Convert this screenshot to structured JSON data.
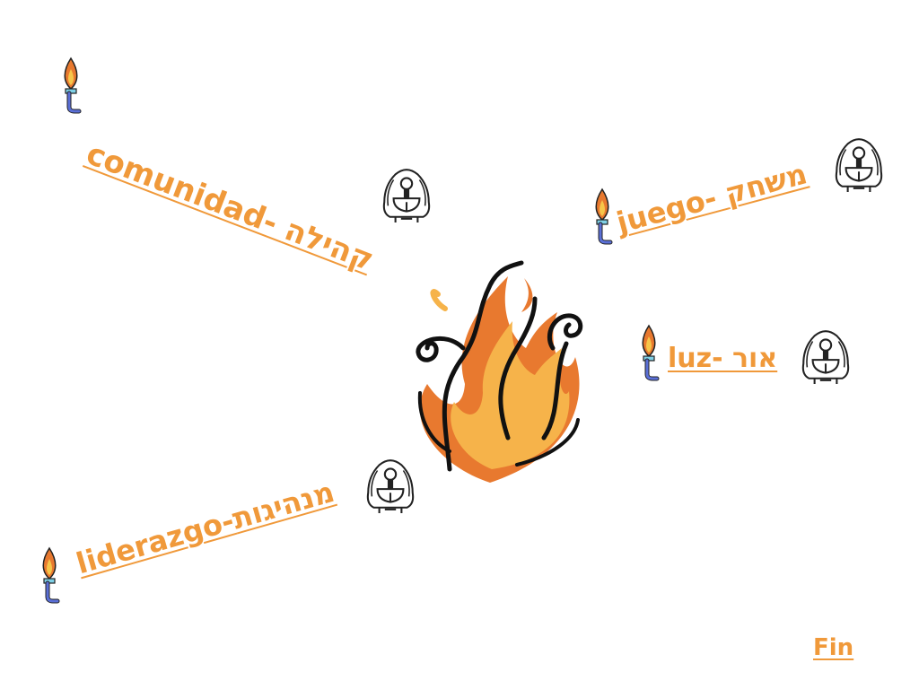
{
  "links": [
    {
      "id": "comunidad",
      "label": "comunidad- קהילה"
    },
    {
      "id": "juego",
      "label": "juego- משחק"
    },
    {
      "id": "luz",
      "label": "luz- אור"
    },
    {
      "id": "liderazgo",
      "label": "liderazgo-מנהיגות"
    }
  ],
  "nav": {
    "end_label": "Fin"
  },
  "colors": {
    "accent": "#f0993a",
    "flame_outer": "#e8792f",
    "flame_inner": "#f6b34a",
    "torch_handle": "#5a6fd6"
  },
  "icons": [
    "torch-icon",
    "lamp-icon",
    "fire-icon"
  ]
}
